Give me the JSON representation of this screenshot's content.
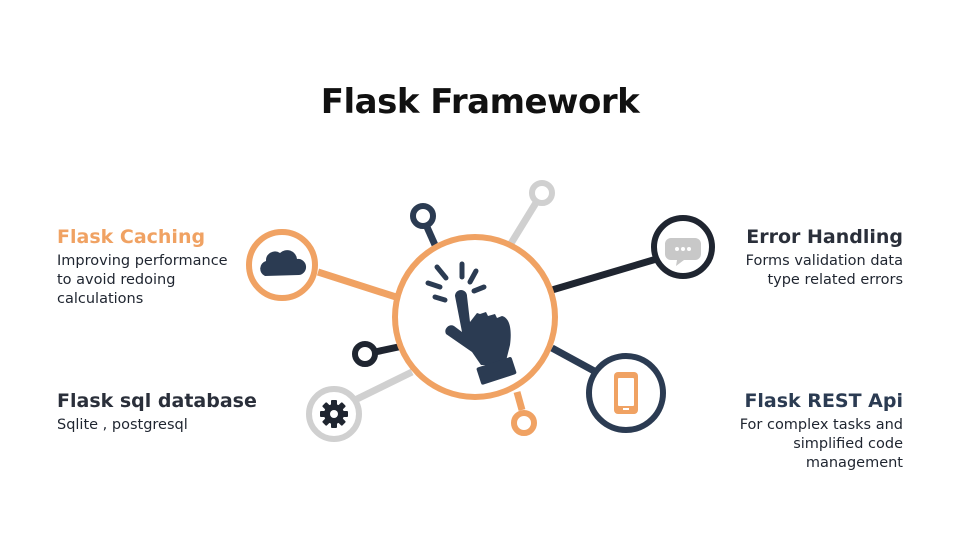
{
  "title": "Flask Framework",
  "items": {
    "caching": {
      "title": "Flask Caching",
      "desc": "Improving performance to avoid redoing calculations"
    },
    "sql": {
      "title": "Flask sql database",
      "desc": "Sqlite , postgresql"
    },
    "errors": {
      "title": "Error Handling",
      "desc": "Forms validation data type related errors"
    },
    "rest": {
      "title": "Flask REST Api",
      "desc": "For complex tasks and simplified code management"
    }
  },
  "icons": {
    "center": "pointing-hand-click-icon",
    "caching": "cloud-icon",
    "errors": "chat-bubble-icon",
    "rest": "smartphone-icon",
    "sql": "gear-icon"
  },
  "colors": {
    "orange": "#f0a263",
    "navy": "#2b3b52",
    "gray": "#d0d0d0",
    "dark": "#1f2530"
  }
}
